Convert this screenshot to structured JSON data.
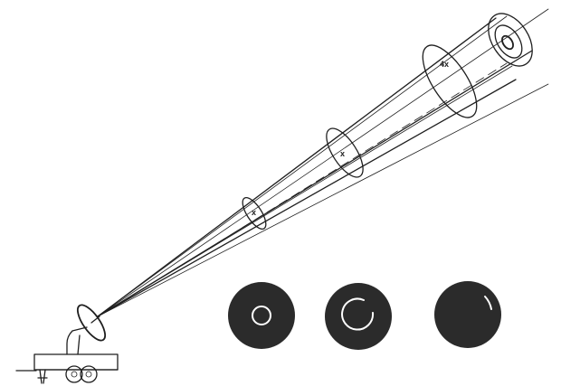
{
  "diagram": {
    "cross_section_labels": [
      "x",
      "x",
      "4x"
    ],
    "colors": {
      "ink": "#1f1f1f",
      "disc": "#2b2b2b",
      "ring": "#ffffff",
      "background": "#ffffff"
    }
  }
}
